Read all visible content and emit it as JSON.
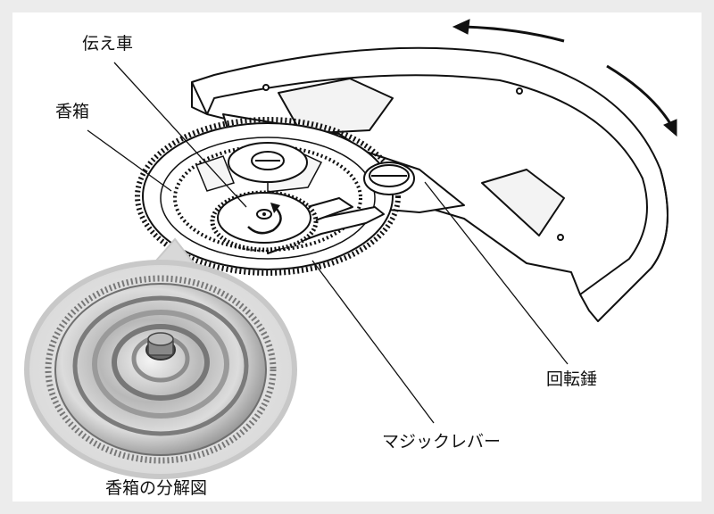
{
  "labels": {
    "idler_wheel": "伝え車",
    "barrel": "香箱",
    "rotor": "回転錘",
    "magic_lever": "マジックレバー",
    "barrel_exploded_caption": "香箱の分解図"
  },
  "icons": {
    "rotation": "curved-arrow-icon"
  },
  "colors": {
    "background": "#ececec",
    "panel": "#ffffff",
    "line": "#111111",
    "inset_border": "#c8c8c8",
    "metal": "#9a9a9a"
  }
}
